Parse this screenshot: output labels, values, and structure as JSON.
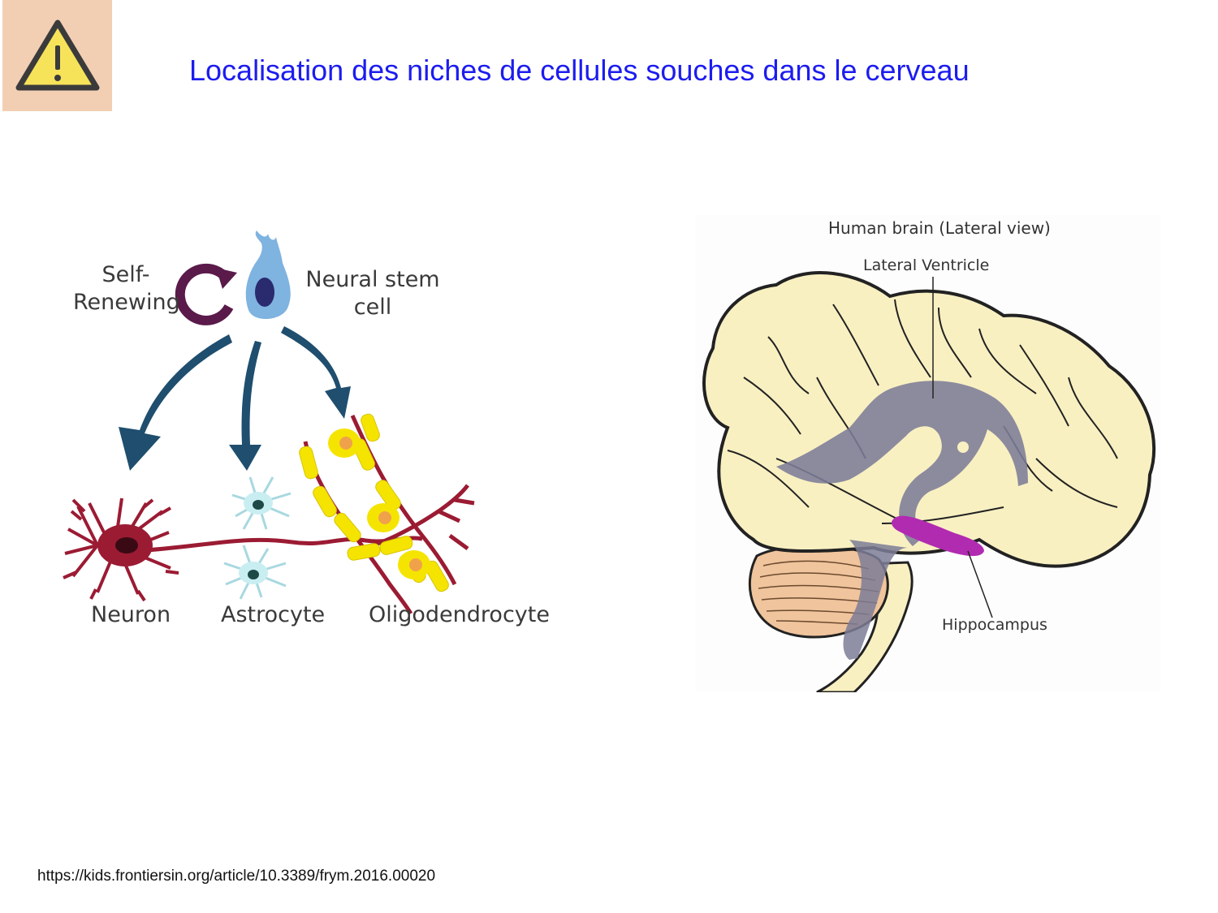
{
  "slide": {
    "title": "Localisation des niches de cellules souches dans le cerveau",
    "warning_icon": "warning-triangle-icon",
    "source_url": "https://kids.frontiersin.org/article/10.3389/frym.2016.00020"
  },
  "stem_cell_diagram": {
    "self_renewing_line1": "Self-",
    "self_renewing_line2": "Renewing",
    "stem_cell_line1": "Neural stem",
    "stem_cell_line2": "cell",
    "neuron": "Neuron",
    "astrocyte": "Astrocyte",
    "oligodendrocyte": "Oligodendrocyte"
  },
  "brain_diagram": {
    "title": "Human brain (Lateral view)",
    "lateral_ventricle": "Lateral Ventricle",
    "hippocampus": "Hippocampus"
  },
  "colors": {
    "title": "#1c1cf0",
    "warning_bg": "#f2cfb3",
    "warning_fill": "#f7e35a",
    "stem_cell": "#7fb3e0",
    "arrow": "#1f4e6e",
    "neuron": "#9b1b33",
    "oligodendrocyte": "#f5e400",
    "brain": "#f9f0c2",
    "ventricle": "#7c7c97",
    "hippocampus": "#b12bb1",
    "cerebellum": "#f0c49c"
  }
}
